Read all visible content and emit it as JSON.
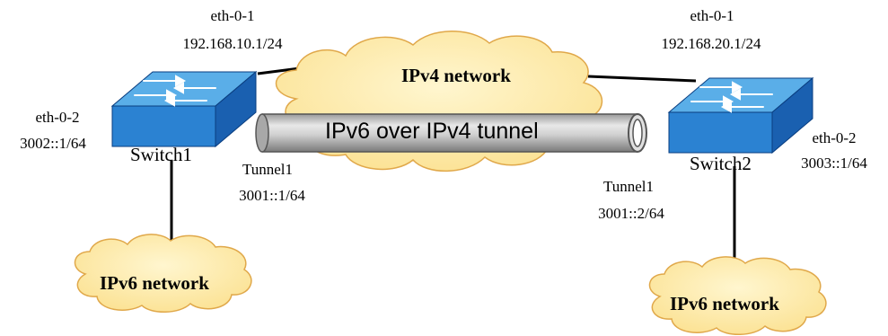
{
  "clouds": {
    "ipv4": {
      "label": "IPv4 network"
    },
    "ipv6_left": {
      "label": "IPv6 network"
    },
    "ipv6_right": {
      "label": "IPv6 network"
    }
  },
  "tunnel": {
    "label": "IPv6 over IPv4 tunnel"
  },
  "switch1": {
    "name": "Switch1",
    "eth1": {
      "port": "eth-0-1",
      "addr": "192.168.10.1/24"
    },
    "eth2": {
      "port": "eth-0-2",
      "addr": "3002::1/64"
    },
    "tunnel": {
      "name": "Tunnel1",
      "addr": "3001::1/64"
    }
  },
  "switch2": {
    "name": "Switch2",
    "eth1": {
      "port": "eth-0-1",
      "addr": "192.168.20.1/24"
    },
    "eth2": {
      "port": "eth-0-2",
      "addr": "3003::1/64"
    },
    "tunnel": {
      "name": "Tunnel1",
      "addr": "3001::2/64"
    }
  },
  "colors": {
    "cloud_fill": "#fde9a8",
    "cloud_stroke": "#e0a84a",
    "switch_top": "#4a9fe0",
    "switch_front": "#2a7fd0",
    "switch_side": "#1a64b0",
    "tunnel_fill": "#c8c8c8",
    "link": "#000000"
  }
}
